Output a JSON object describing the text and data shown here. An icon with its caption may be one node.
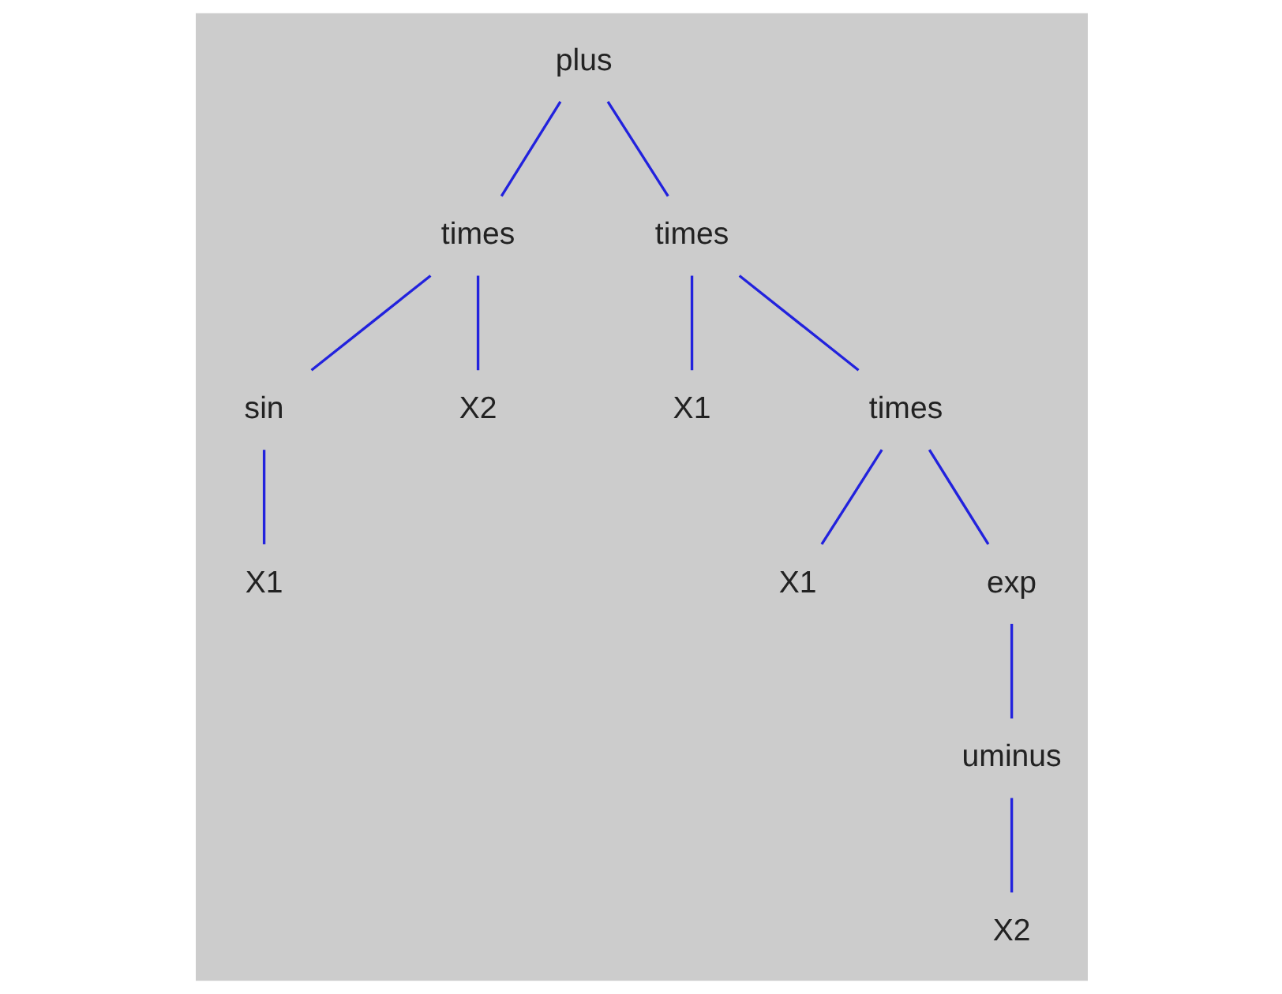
{
  "diagram": {
    "nodes": [
      {
        "text": [
          "plus"
        ]
      },
      {
        "text": [
          "times"
        ]
      },
      {
        "text": [
          "sin"
        ]
      },
      {
        "text": [
          "X1"
        ]
      },
      {
        "text": [
          "X2"
        ]
      },
      {
        "text": [
          "times"
        ]
      },
      {
        "text": [
          "X1"
        ]
      },
      {
        "text": [
          "times"
        ]
      },
      {
        "text": [
          "X1"
        ]
      },
      {
        "text": [
          "exp"
        ]
      },
      {
        "text": [
          "uminus"
        ]
      },
      {
        "text": [
          "X2"
        ]
      }
    ],
    "edges": [
      {
        "from": 0,
        "to": 1,
        "arrow": "none"
      },
      {
        "from": 0,
        "to": 5,
        "arrow": "none"
      },
      {
        "from": 1,
        "to": 2,
        "arrow": "none"
      },
      {
        "from": 1,
        "to": 4,
        "arrow": "none"
      },
      {
        "from": 2,
        "to": 3,
        "arrow": "none"
      },
      {
        "from": 5,
        "to": 6,
        "arrow": "none"
      },
      {
        "from": 5,
        "to": 7,
        "arrow": "none"
      },
      {
        "from": 7,
        "to": 8,
        "arrow": "none"
      },
      {
        "from": 7,
        "to": 9,
        "arrow": "none"
      },
      {
        "from": 9,
        "to": 10,
        "arrow": "none"
      },
      {
        "from": 10,
        "to": 11,
        "arrow": "none"
      }
    ]
  }
}
